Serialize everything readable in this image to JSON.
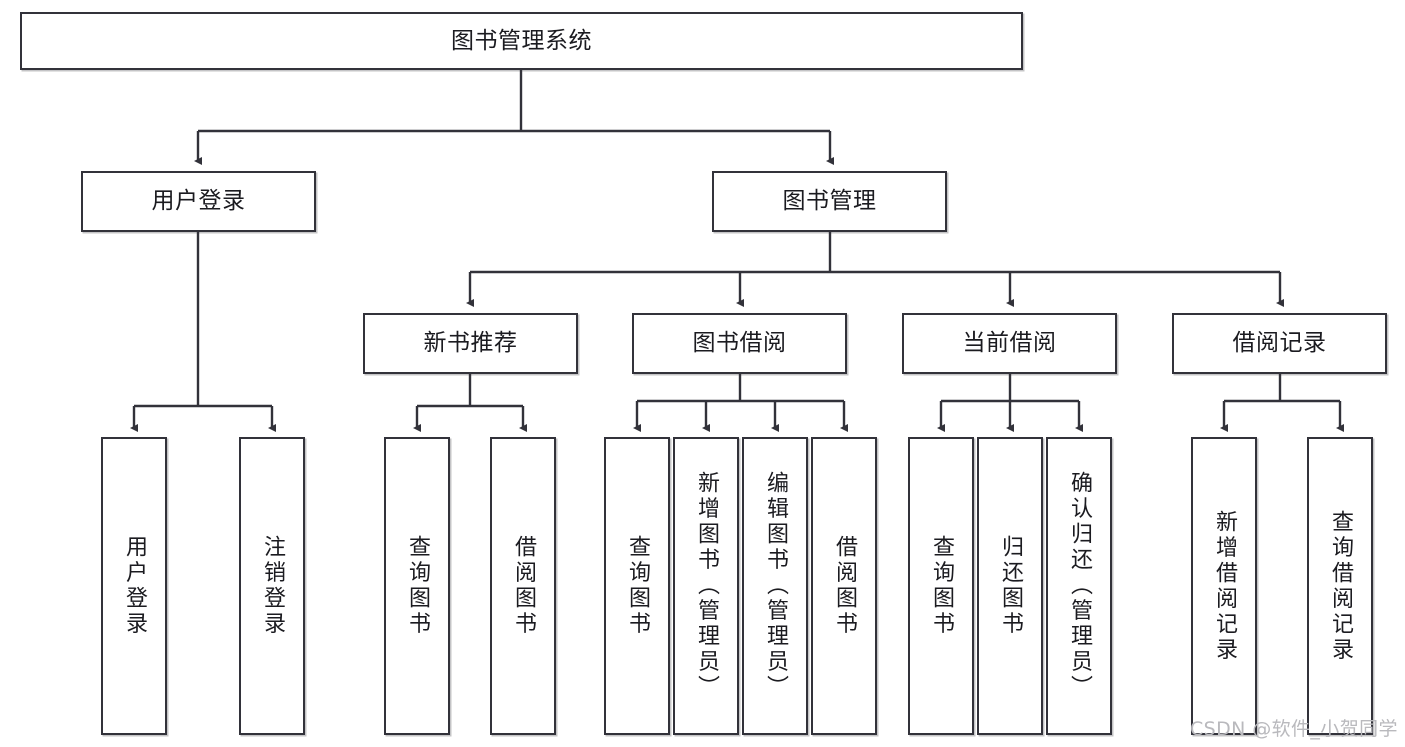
{
  "diagram": {
    "title_node": {
      "label": "图书管理系统"
    },
    "level2": [
      {
        "label": "用户登录"
      },
      {
        "label": "图书管理"
      }
    ],
    "level3": [
      {
        "label": "新书推荐"
      },
      {
        "label": "图书借阅"
      },
      {
        "label": "当前借阅"
      },
      {
        "label": "借阅记录"
      }
    ],
    "leaves": {
      "user_login": [
        {
          "label": "用户登录"
        },
        {
          "label": "注销登录"
        }
      ],
      "new_book_recommend": [
        {
          "label": "查询图书"
        },
        {
          "label": "借阅图书"
        }
      ],
      "book_borrow": [
        {
          "label": "查询图书"
        },
        {
          "label": "新增图书（管理员）"
        },
        {
          "label": "编辑图书（管理员）"
        },
        {
          "label": "借阅图书"
        }
      ],
      "current_borrow": [
        {
          "label": "查询图书"
        },
        {
          "label": "归还图书"
        },
        {
          "label": "确认归还（管理员）"
        }
      ],
      "borrow_record": [
        {
          "label": "新增借阅记录"
        },
        {
          "label": "查询借阅记录"
        }
      ]
    }
  },
  "watermark": {
    "text": "CSDN @软件_小贺同学"
  },
  "colors": {
    "stroke": "#32323a",
    "background": "#ffffff",
    "text": "#1b1b20",
    "watermark": "#b9b9bd"
  },
  "chart_data": {
    "type": "diagram",
    "title": "图书管理系统",
    "layout": "top-down tree",
    "nodes": [
      {
        "id": "root",
        "label": "图书管理系统",
        "level": 0
      },
      {
        "id": "login",
        "label": "用户登录",
        "level": 1
      },
      {
        "id": "bookmgmt",
        "label": "图书管理",
        "level": 1
      },
      {
        "id": "recommend",
        "label": "新书推荐",
        "level": 2
      },
      {
        "id": "borrow",
        "label": "图书借阅",
        "level": 2
      },
      {
        "id": "current",
        "label": "当前借阅",
        "level": 2
      },
      {
        "id": "record",
        "label": "借阅记录",
        "level": 2
      },
      {
        "id": "login-1",
        "label": "用户登录",
        "level": 3
      },
      {
        "id": "login-2",
        "label": "注销登录",
        "level": 3
      },
      {
        "id": "recommend-1",
        "label": "查询图书",
        "level": 3
      },
      {
        "id": "recommend-2",
        "label": "借阅图书",
        "level": 3
      },
      {
        "id": "borrow-1",
        "label": "查询图书",
        "level": 3
      },
      {
        "id": "borrow-2",
        "label": "新增图书（管理员）",
        "level": 3
      },
      {
        "id": "borrow-3",
        "label": "编辑图书（管理员）",
        "level": 3
      },
      {
        "id": "borrow-4",
        "label": "借阅图书",
        "level": 3
      },
      {
        "id": "current-1",
        "label": "查询图书",
        "level": 3
      },
      {
        "id": "current-2",
        "label": "归还图书",
        "level": 3
      },
      {
        "id": "current-3",
        "label": "确认归还（管理员）",
        "level": 3
      },
      {
        "id": "record-1",
        "label": "新增借阅记录",
        "level": 3
      },
      {
        "id": "record-2",
        "label": "查询借阅记录",
        "level": 3
      }
    ],
    "edges": [
      {
        "from": "root",
        "to": "login"
      },
      {
        "from": "root",
        "to": "bookmgmt"
      },
      {
        "from": "bookmgmt",
        "to": "recommend"
      },
      {
        "from": "bookmgmt",
        "to": "borrow"
      },
      {
        "from": "bookmgmt",
        "to": "current"
      },
      {
        "from": "bookmgmt",
        "to": "record"
      },
      {
        "from": "login",
        "to": "login-1"
      },
      {
        "from": "login",
        "to": "login-2"
      },
      {
        "from": "recommend",
        "to": "recommend-1"
      },
      {
        "from": "recommend",
        "to": "recommend-2"
      },
      {
        "from": "borrow",
        "to": "borrow-1"
      },
      {
        "from": "borrow",
        "to": "borrow-2"
      },
      {
        "from": "borrow",
        "to": "borrow-3"
      },
      {
        "from": "borrow",
        "to": "borrow-4"
      },
      {
        "from": "current",
        "to": "current-1"
      },
      {
        "from": "current",
        "to": "current-2"
      },
      {
        "from": "current",
        "to": "current-3"
      },
      {
        "from": "record",
        "to": "record-1"
      },
      {
        "from": "record",
        "to": "record-2"
      }
    ]
  }
}
